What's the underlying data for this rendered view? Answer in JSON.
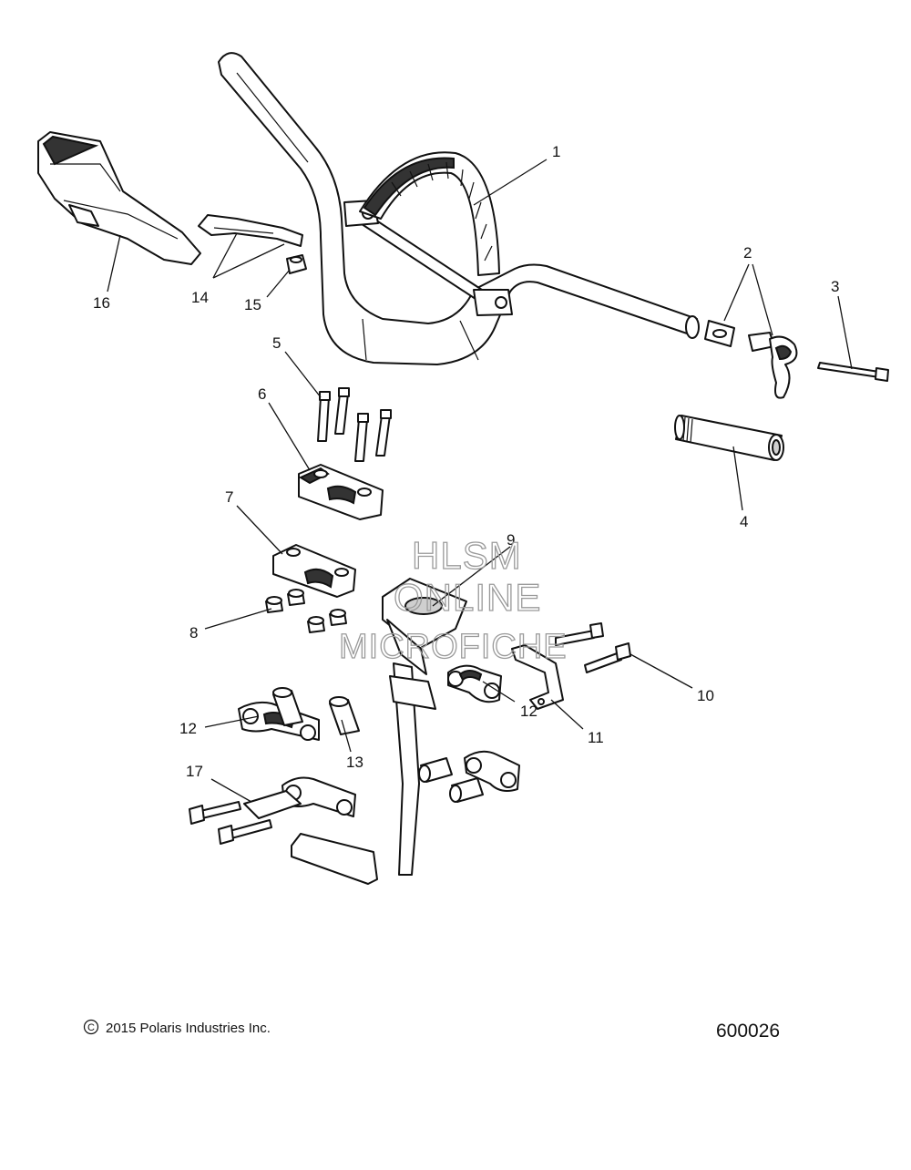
{
  "callouts": [
    {
      "n": "1"
    },
    {
      "n": "2"
    },
    {
      "n": "3"
    },
    {
      "n": "4"
    },
    {
      "n": "5"
    },
    {
      "n": "6"
    },
    {
      "n": "7"
    },
    {
      "n": "8"
    },
    {
      "n": "9"
    },
    {
      "n": "10"
    },
    {
      "n": "11"
    },
    {
      "n": "12"
    },
    {
      "n": "12"
    },
    {
      "n": "13"
    },
    {
      "n": "14"
    },
    {
      "n": "15"
    },
    {
      "n": "16"
    },
    {
      "n": "17"
    }
  ],
  "watermark": [
    "HLSM",
    "ONLINE",
    "MICROFICHE"
  ],
  "footer": {
    "copyright_symbol": "©",
    "copyright": "2015 Polaris Industries Inc.",
    "diagram_id": "600026"
  }
}
